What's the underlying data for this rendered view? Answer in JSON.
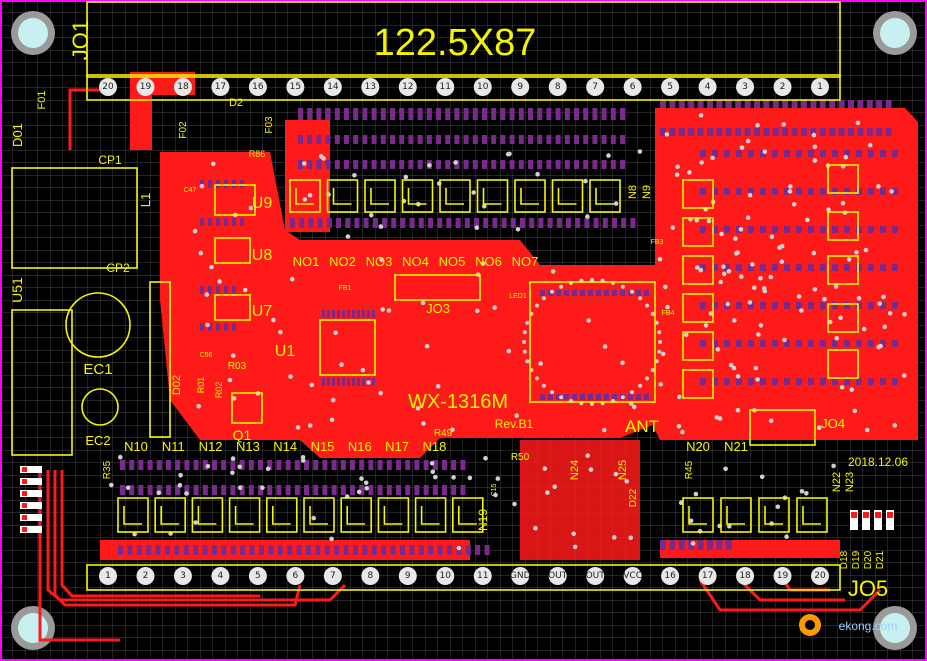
{
  "board": {
    "title": "122.5X87",
    "model": "WX-1316M",
    "revision": "Rev.B1",
    "date": "2018.12.06",
    "antenna_label": "ANT",
    "watermark": "ekong.com",
    "colors": {
      "background": "#000000",
      "grid": "#5a5a5a",
      "copper": "#ff1a1a",
      "silkscreen": "#f5f500",
      "pad": "#7a2a8c",
      "border": "#ff00ff"
    }
  },
  "connectors": {
    "top": {
      "name": "JO1",
      "pins": [
        "20",
        "19",
        "18",
        "17",
        "16",
        "15",
        "14",
        "13",
        "12",
        "11",
        "10",
        "9",
        "8",
        "7",
        "6",
        "5",
        "4",
        "3",
        "2",
        "1"
      ]
    },
    "bottom": {
      "name": "JO5",
      "pins": [
        "1",
        "2",
        "3",
        "4",
        "5",
        "6",
        "7",
        "8",
        "9",
        "10",
        "11",
        "GND",
        "OUT",
        "OUT",
        "VCC",
        "16",
        "17",
        "18",
        "19",
        "20"
      ]
    },
    "jo3": "JO3",
    "jo4": "JO4"
  },
  "labels": {
    "n_top": [
      "NO1",
      "NO2",
      "NO3",
      "NO4",
      "NO5",
      "NO6",
      "NO7"
    ],
    "n_bottom": [
      "N10",
      "N11",
      "N12",
      "N13",
      "N14",
      "N15",
      "N16",
      "N17",
      "N18"
    ],
    "n_right": [
      "N20",
      "N21"
    ],
    "n8": "N8",
    "n9": "N9",
    "n19": "N19",
    "n22": "N22",
    "n23": "N23",
    "n24": "N24",
    "n25": "N25",
    "u9": "U9",
    "u8": "U8",
    "u7": "U7",
    "u1": "U1",
    "u51": "U51",
    "q1": "Q1",
    "ec1": "EC1",
    "ec2": "EC2",
    "cp1": "CP1",
    "cp2": "CP2",
    "l1": "L1",
    "d2": "D2",
    "d01": "D01",
    "d02": "D02",
    "f01": "F01",
    "f02": "F02",
    "f03": "F03",
    "r35": "R35",
    "r45": "R45",
    "r49": "R49",
    "r50": "R50",
    "r01": "R01",
    "r02": "R02",
    "r03": "R03",
    "r86": "R86",
    "fb1": "FB1",
    "fb3": "FB3",
    "fb4": "FB4",
    "c47": "C47",
    "c56": "C56",
    "c15": "C15",
    "d22": "D22",
    "led1": "LED1",
    "d18": "D18",
    "d19": "D19",
    "d20": "D20",
    "d21": "D21"
  }
}
